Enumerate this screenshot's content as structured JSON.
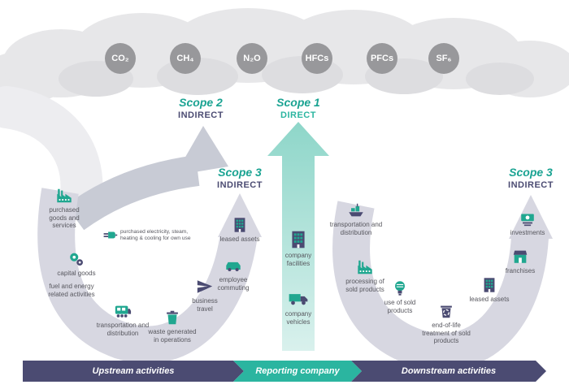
{
  "gases": [
    "CO₂",
    "CH₄",
    "N₂O",
    "HFCs",
    "PFCs",
    "SF₆"
  ],
  "scopes": {
    "scope2": {
      "name": "Scope 2",
      "type": "INDIRECT"
    },
    "scope1": {
      "name": "Scope 1",
      "type": "DIRECT"
    },
    "scope3_left": {
      "name": "Scope 3",
      "type": "INDIRECT"
    },
    "scope3_right": {
      "name": "Scope 3",
      "type": "INDIRECT"
    }
  },
  "upstream": {
    "items": [
      {
        "label": "purchased goods and services",
        "icon": "factory-icon"
      },
      {
        "label": "purchased electricity, steam, heating & cooling for own use",
        "icon": "plug-icon"
      },
      {
        "label": "capital goods",
        "icon": "gears-icon"
      },
      {
        "label": "fuel and energy related activities",
        "icon": "none"
      },
      {
        "label": "transportation and distribution",
        "icon": "train-icon"
      },
      {
        "label": "waste generated in operations",
        "icon": "waste-bin-icon"
      },
      {
        "label": "business travel",
        "icon": "airplane-icon"
      },
      {
        "label": "employee commuting",
        "icon": "car-icon"
      },
      {
        "label": "leased assets",
        "icon": "building-icon"
      }
    ]
  },
  "reporting_company": {
    "items": [
      {
        "label": "company facilities",
        "icon": "building-icon"
      },
      {
        "label": "company vehicles",
        "icon": "truck-icon"
      }
    ]
  },
  "downstream": {
    "items": [
      {
        "label": "transportation and distribution",
        "icon": "ship-icon"
      },
      {
        "label": "processing of sold products",
        "icon": "factory-icon"
      },
      {
        "label": "use of sold products",
        "icon": "bulb-icon"
      },
      {
        "label": "end-of-life treatment of sold products",
        "icon": "recycle-bin-icon"
      },
      {
        "label": "leased assets",
        "icon": "building-icon"
      },
      {
        "label": "franchises",
        "icon": "store-icon"
      },
      {
        "label": "investments",
        "icon": "money-icon"
      }
    ]
  },
  "footer": {
    "upstream": "Upstream activities",
    "reporting": "Reporting company",
    "downstream": "Downstream activities"
  },
  "colors": {
    "teal": "#2bb5a0",
    "purple": "#4b4b72",
    "arrow_gray": "#d7d7e1",
    "cloud_gray": "#e7e7e9",
    "gas_circle": "#98989b"
  }
}
